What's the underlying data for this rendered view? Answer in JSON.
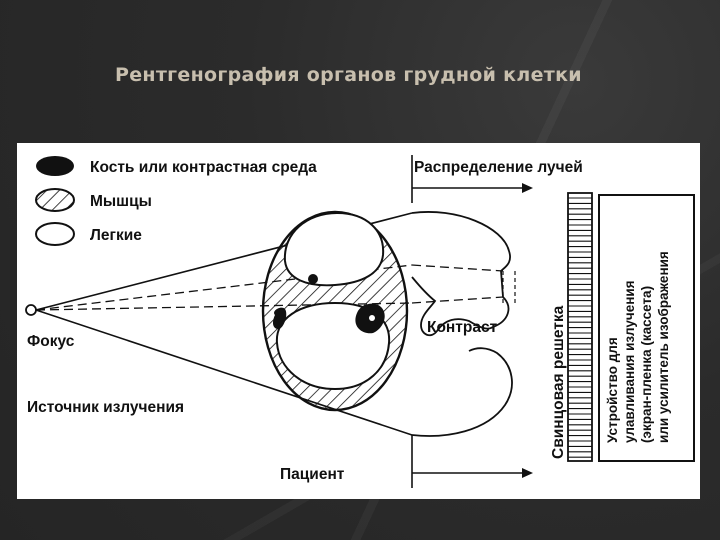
{
  "slide": {
    "title": "Рентгенография органов грудной клетки"
  },
  "legend": {
    "items": [
      {
        "label": "Кость или контрастная среда"
      },
      {
        "label": "Мышцы"
      },
      {
        "label": "Легкие"
      }
    ]
  },
  "labels": {
    "beam_distribution": "Распределение лучей",
    "focus": "Фокус",
    "source": "Источник излучения",
    "patient": "Пациент",
    "contrast": "Контраст",
    "lead_grid": "Свинцовая решетка",
    "detector_lines": [
      "Устройство для",
      "улавливания излучения",
      "(экран-пленка (кассета)",
      "или усилитель изображения"
    ]
  },
  "colors": {
    "background": "#2b2b2b",
    "title": "#c8bfae",
    "ink": "#111111",
    "figure_bg": "#ffffff"
  }
}
